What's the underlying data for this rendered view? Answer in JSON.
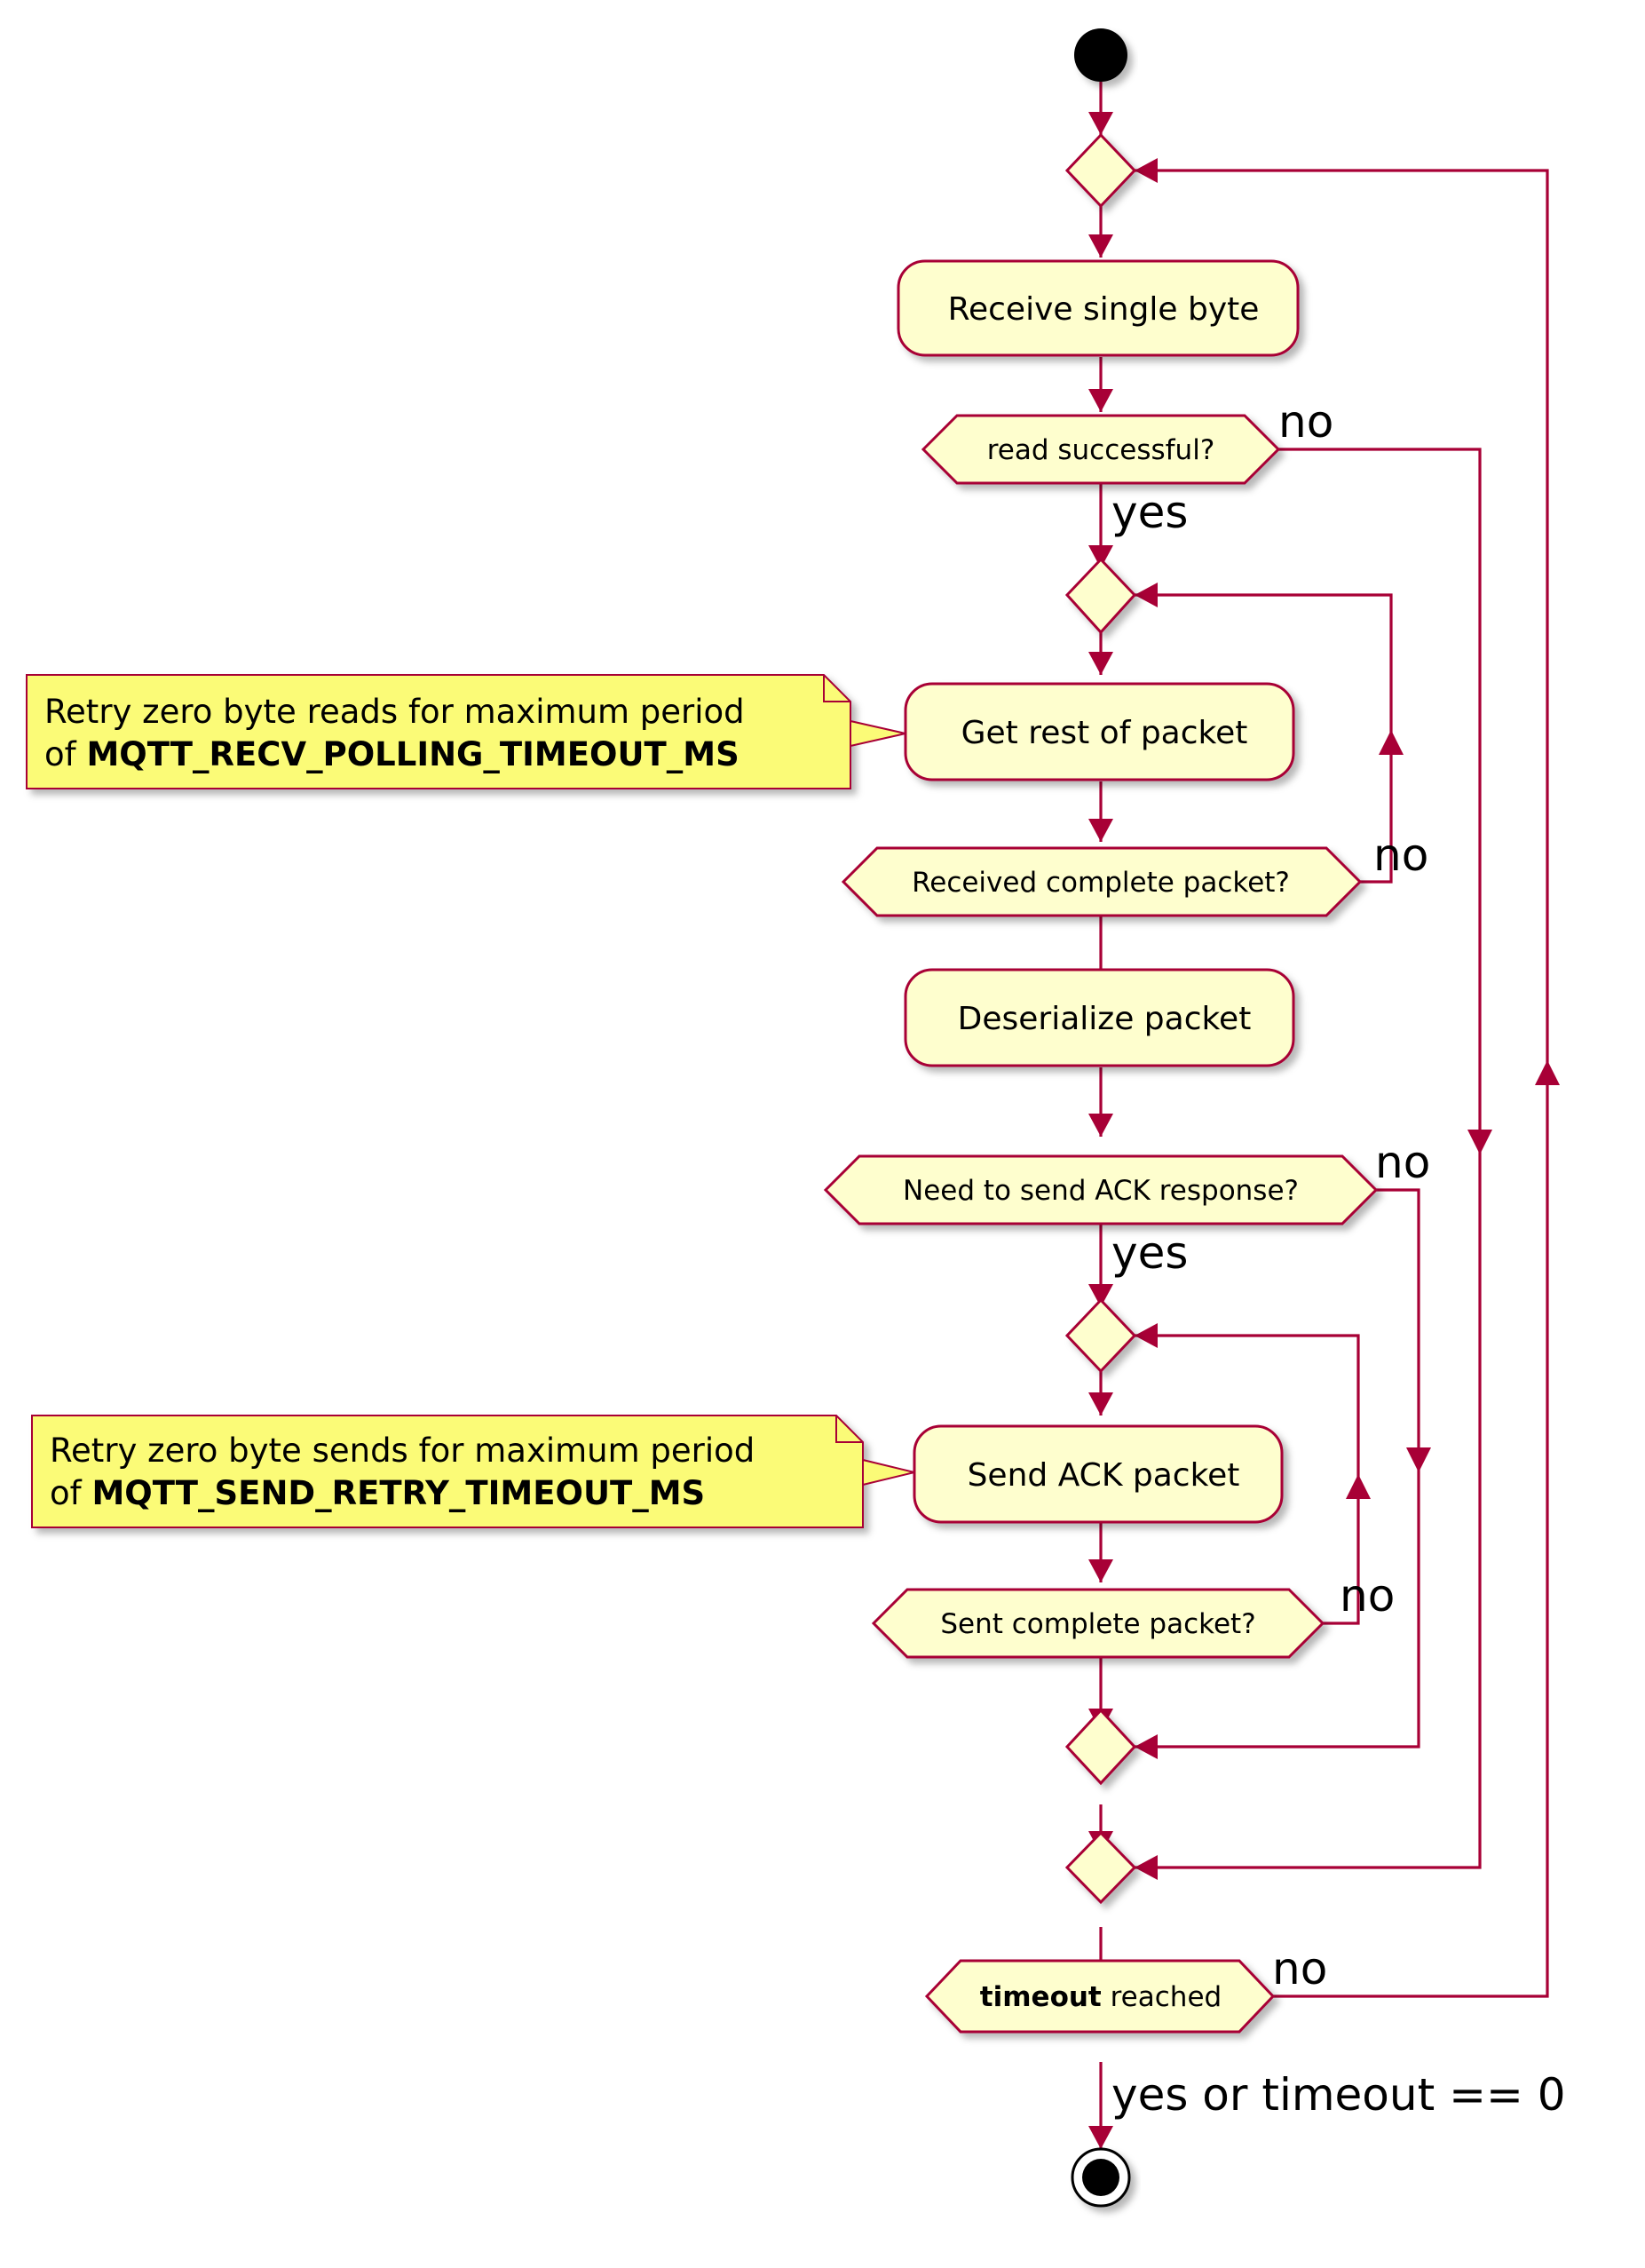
{
  "activities": {
    "receive_byte": "Receive single byte",
    "get_rest": "Get rest of packet",
    "deserialize": "Deserialize packet",
    "send_ack": "Send ACK packet"
  },
  "conditions": {
    "read_successful": "read successful?",
    "received_complete": "Received complete packet?",
    "need_ack": "Need to send ACK response?",
    "sent_complete": "Sent complete packet?",
    "timeout_bold": "timeout",
    "timeout_rest": " reached"
  },
  "edge_labels": {
    "read_no": "no",
    "read_yes": "yes",
    "received_no": "no",
    "ack_no": "no",
    "ack_yes": "yes",
    "sent_no": "no",
    "timeout_no": "no",
    "timeout_yes": "yes or timeout == 0"
  },
  "notes": {
    "recv": {
      "line1": "Retry zero byte reads for maximum period",
      "prefix": "of ",
      "constant": "MQTT_RECV_POLLING_TIMEOUT_MS"
    },
    "send": {
      "line1": "Retry zero byte sends for maximum period",
      "prefix": "of ",
      "constant": "MQTT_SEND_RETRY_TIMEOUT_MS"
    }
  },
  "colors": {
    "line": "#A80036",
    "fill": "#FEFECE",
    "note_fill": "#FBFB77"
  }
}
